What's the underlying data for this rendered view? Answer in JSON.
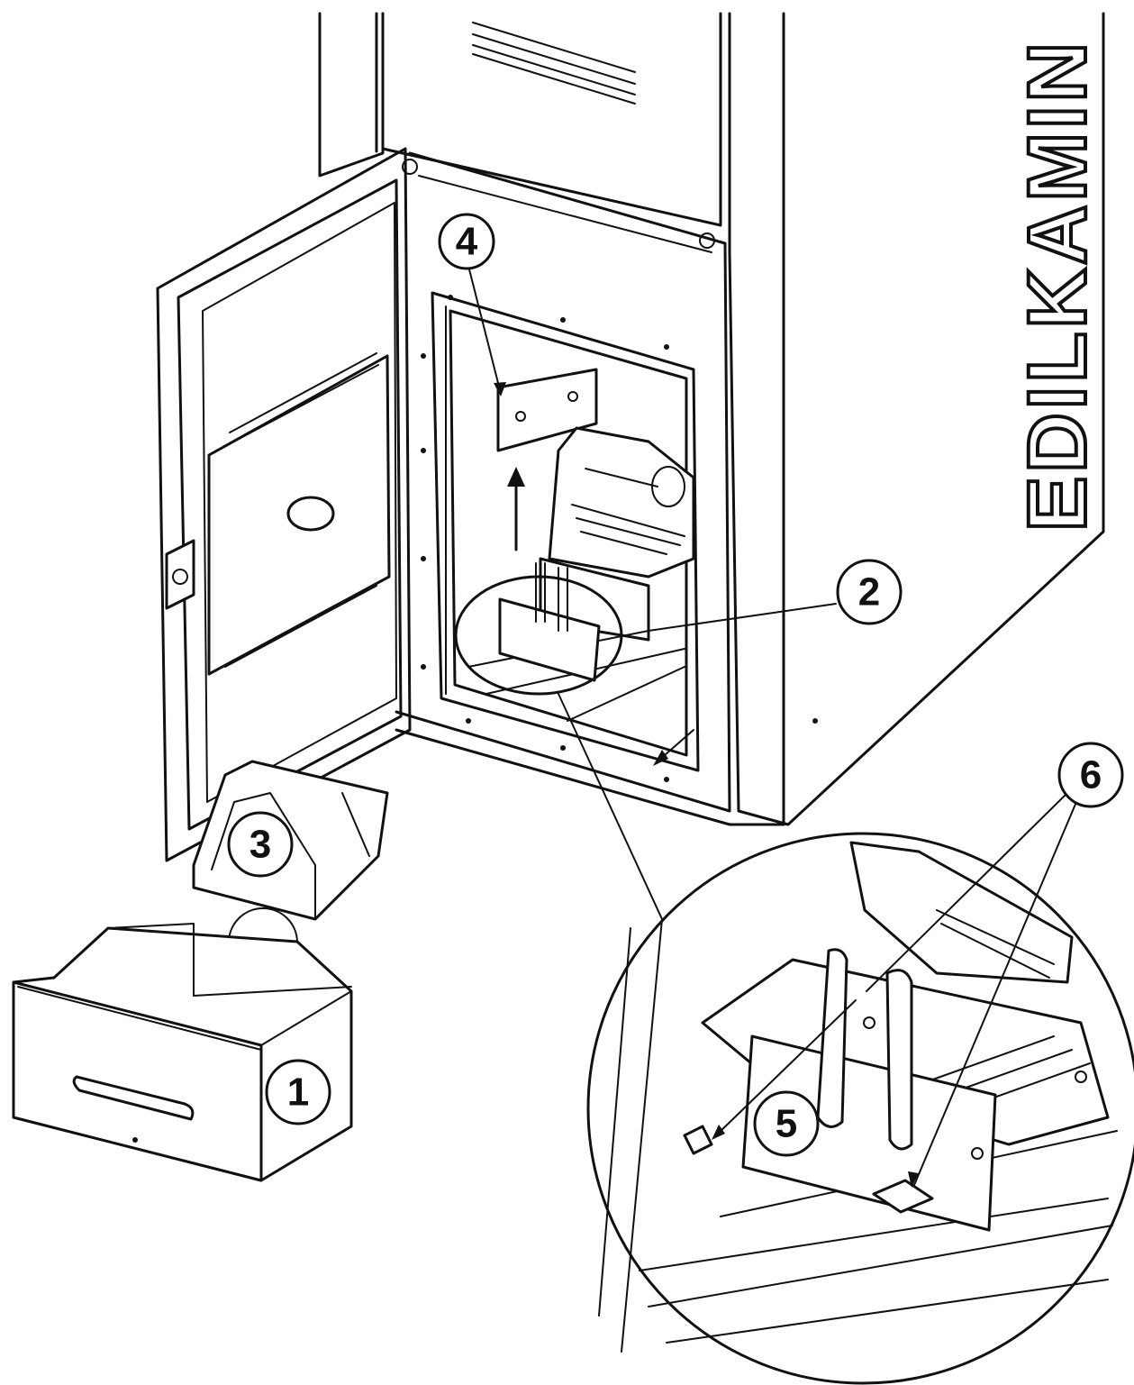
{
  "brand_text": "EDILKAMIN",
  "callouts": [
    {
      "id": "1",
      "label": "1"
    },
    {
      "id": "2",
      "label": "2"
    },
    {
      "id": "3",
      "label": "3"
    },
    {
      "id": "4",
      "label": "4"
    },
    {
      "id": "5",
      "label": "5"
    },
    {
      "id": "6",
      "label": "6"
    }
  ]
}
